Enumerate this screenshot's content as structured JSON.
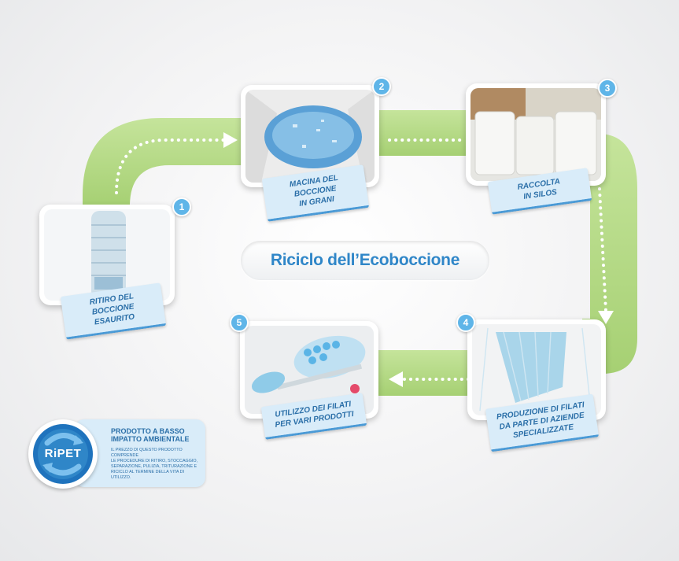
{
  "diagram": {
    "title": "Riciclo dell’Ecoboccione",
    "steps": [
      {
        "number": "1",
        "label_line1": "RITIRO DEL BOCCIONE",
        "label_line2": "ESAURITO",
        "label_line3": ""
      },
      {
        "number": "2",
        "label_line1": "MACINA DEL BOCCIONE",
        "label_line2": "IN GRANI",
        "label_line3": ""
      },
      {
        "number": "3",
        "label_line1": "RACCOLTA",
        "label_line2": "IN SILOS",
        "label_line3": ""
      },
      {
        "number": "4",
        "label_line1": "PRODUZIONE DI FILATI",
        "label_line2": "DA PARTE DI AZIENDE",
        "label_line3": "SPECIALIZZATE"
      },
      {
        "number": "5",
        "label_line1": "UTILIZZO DEI FILATI",
        "label_line2": "PER VARI PRODOTTI",
        "label_line3": ""
      }
    ]
  },
  "ripet": {
    "logo_text": "RiPET",
    "title_line1": "PRODOTTO A BASSO",
    "title_line2": "IMPATTO AMBIENTALE",
    "text_line1": "IL PREZZO DI QUESTO PRODOTTO COMPRENDE",
    "text_line2": "LE PROCEDURE DI RITIRO, STOCCAGGIO,",
    "text_line3": "SEPARAZIONE, PULIZIA, TRITURAZIONE E",
    "text_line4": "RICICLO AL TERMINE DELLA VITA DI UTILIZZO."
  },
  "colors": {
    "arrow_green": "#b5da86",
    "accent_blue": "#2f86c8",
    "label_bg": "#d9ecf9",
    "badge_blue": "#5fb5e8"
  }
}
